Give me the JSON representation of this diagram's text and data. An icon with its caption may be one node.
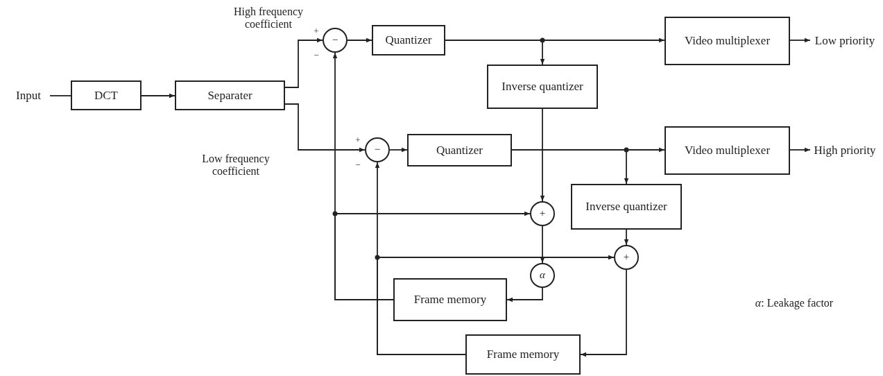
{
  "diagram": {
    "nodes": [
      {
        "text": [
          "Input"
        ]
      },
      {
        "text": [
          "DCT"
        ]
      },
      {
        "text": [
          "Separater"
        ]
      },
      {
        "text": [
          "−"
        ]
      },
      {
        "text": [
          "Quantizer"
        ]
      },
      {
        "text": [
          "Video multiplexer"
        ]
      },
      {
        "text": [
          "Low priority"
        ]
      },
      {
        "text": [
          "Inverse quantizer"
        ]
      },
      {
        "text": [
          "−"
        ]
      },
      {
        "text": [
          "Quantizer"
        ]
      },
      {
        "text": [
          "Video multiplexer"
        ]
      },
      {
        "text": [
          "High priority"
        ]
      },
      {
        "text": [
          "Inverse quantizer"
        ]
      },
      {
        "text": [
          "+"
        ]
      },
      {
        "text": [
          "α"
        ]
      },
      {
        "text": [
          "Frame memory"
        ]
      },
      {
        "text": [
          "+"
        ]
      },
      {
        "text": [
          "Frame memory"
        ]
      }
    ],
    "edges": [
      {
        "from": 0,
        "to": 1,
        "arrow": "none"
      },
      {
        "from": 1,
        "to": 2,
        "arrow": "to"
      },
      {
        "from": 2,
        "to": 3,
        "arrow": "to"
      },
      {
        "from": 2,
        "to": 8,
        "arrow": "to"
      },
      {
        "from": 3,
        "to": 4,
        "arrow": "to"
      },
      {
        "from": 4,
        "to": 5,
        "arrow": "to"
      },
      {
        "from": 4,
        "to": 7,
        "arrow": "to"
      },
      {
        "from": 5,
        "to": 6,
        "arrow": "to"
      },
      {
        "from": 7,
        "to": 13,
        "arrow": "to"
      },
      {
        "from": 8,
        "to": 9,
        "arrow": "to"
      },
      {
        "from": 9,
        "to": 10,
        "arrow": "to"
      },
      {
        "from": 9,
        "to": 12,
        "arrow": "to"
      },
      {
        "from": 10,
        "to": 11,
        "arrow": "to"
      },
      {
        "from": 12,
        "to": 16,
        "arrow": "to"
      },
      {
        "from": 15,
        "to": 3,
        "arrow": "to"
      },
      {
        "from": 15,
        "to": 13,
        "arrow": "to"
      },
      {
        "from": 17,
        "to": 8,
        "arrow": "to"
      },
      {
        "from": 17,
        "to": 16,
        "arrow": "to"
      },
      {
        "from": 13,
        "to": 14,
        "arrow": "to"
      },
      {
        "from": 14,
        "to": 15,
        "arrow": "to"
      },
      {
        "from": 16,
        "to": 17,
        "arrow": "to"
      }
    ],
    "labels": [
      "High frequency coefficient",
      "Low frequency coefficient",
      "+",
      "−",
      "+",
      "−",
      "*α*: Leakage factor"
    ]
  }
}
